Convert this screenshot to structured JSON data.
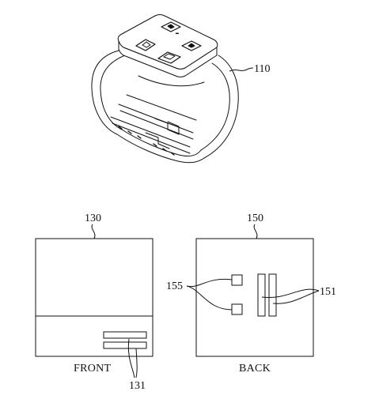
{
  "figure": {
    "wearable": {
      "ref": "110"
    },
    "front_panel": {
      "ref": "130",
      "caption": "FRONT",
      "stripe_ref": "131"
    },
    "back_panel": {
      "ref": "150",
      "caption": "BACK",
      "square_ref": "155",
      "bar_ref": "151"
    }
  },
  "colors": {
    "line": "#111111",
    "background": "#ffffff"
  }
}
